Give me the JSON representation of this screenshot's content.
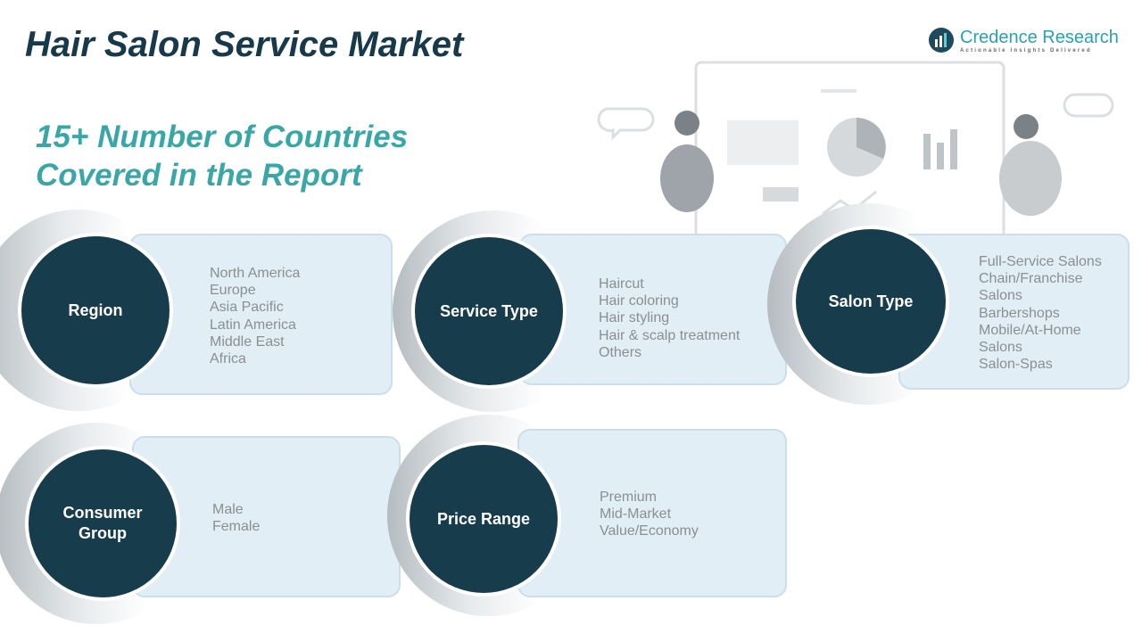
{
  "title": "Hair Salon Service Market",
  "subtitle_line1": "15+ Number of Countries",
  "subtitle_line2": "Covered in the Report",
  "logo": {
    "name": "Credence Research",
    "tagline": "Actionable Insights Delivered"
  },
  "segments": [
    {
      "label": "Region",
      "items": [
        "North America",
        "Europe",
        "Asia Pacific",
        "Latin America",
        "Middle East",
        "Africa"
      ]
    },
    {
      "label": "Service Type",
      "items": [
        "Haircut",
        "Hair coloring",
        "Hair styling",
        "Hair & scalp treatment",
        "Others"
      ]
    },
    {
      "label": "Salon Type",
      "items": [
        "Full-Service Salons",
        "Chain/Franchise",
        "Salons",
        "Barbershops",
        "Mobile/At-Home",
        "Salons",
        "Salon-Spas"
      ]
    },
    {
      "label": "Consumer Group",
      "items": [
        "Male",
        "Female"
      ]
    },
    {
      "label": "Price Range",
      "items": [
        "Premium",
        "Mid-Market",
        "Value/Economy"
      ]
    }
  ],
  "colors": {
    "circle": "#173c4c",
    "card": "#e1eef5",
    "subtitle": "#3aa6a6",
    "title": "#17394a"
  }
}
